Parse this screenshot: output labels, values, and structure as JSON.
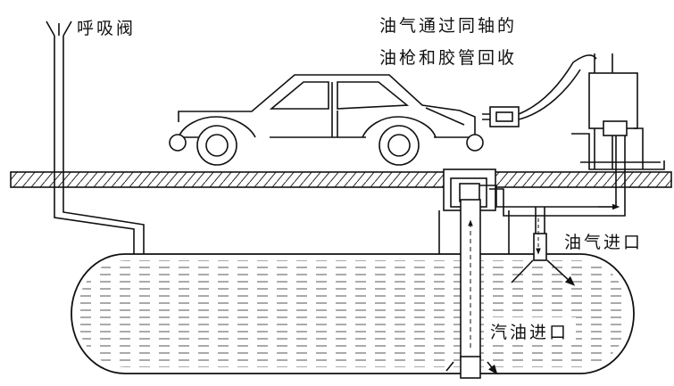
{
  "labels": {
    "breather_valve": "呼吸阀",
    "vapor_recovery_line1": "油气通过同轴的",
    "vapor_recovery_line2": "油枪和胶管回收",
    "vapor_inlet": "油气进口",
    "gasoline_inlet": "汽油进口"
  }
}
